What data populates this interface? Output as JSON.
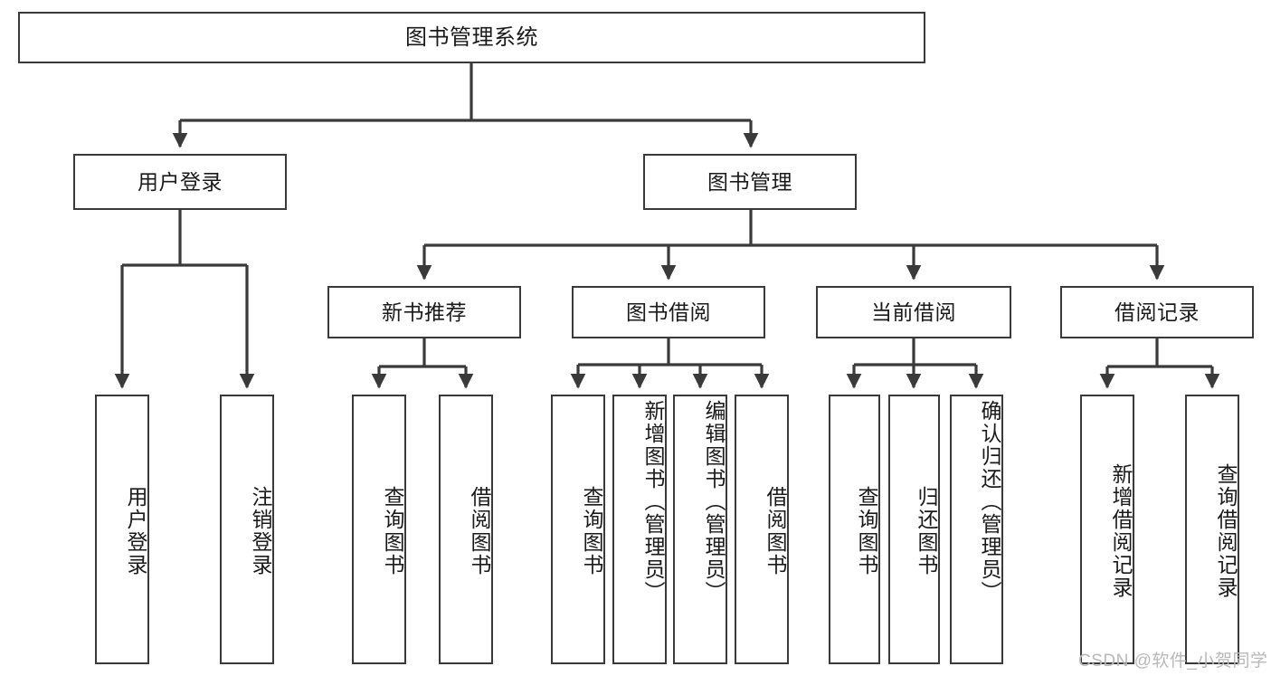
{
  "diagram": {
    "type": "hierarchy-tree",
    "title": "图书管理系统",
    "nodes": {
      "root": {
        "label": "图书管理系统",
        "level": 1
      },
      "n_user_login": {
        "label": "用户登录",
        "level": 2
      },
      "n_book_mgmt": {
        "label": "图书管理",
        "level": 2
      },
      "n_new_book_rec": {
        "label": "新书推荐",
        "level": 3
      },
      "n_book_borrow": {
        "label": "图书借阅",
        "level": 3
      },
      "n_current_borrow": {
        "label": "当前借阅",
        "level": 3
      },
      "n_borrow_record": {
        "label": "借阅记录",
        "level": 3
      },
      "l_user_login": {
        "label": "用户登录",
        "level": 4
      },
      "l_logout_login": {
        "label": "注销登录",
        "level": 4
      },
      "l_query_book_1": {
        "label": "查询图书",
        "level": 4
      },
      "l_borrow_book_1": {
        "label": "借阅图书",
        "level": 4
      },
      "l_query_book_2": {
        "label": "查询图书",
        "level": 4
      },
      "l_add_book_admin": {
        "label": "新增图书（管理员）",
        "level": 4
      },
      "l_edit_book_admin": {
        "label": "编辑图书（管理员）",
        "level": 4
      },
      "l_borrow_book_2": {
        "label": "借阅图书",
        "level": 4
      },
      "l_query_book_3": {
        "label": "查询图书",
        "level": 4
      },
      "l_return_book": {
        "label": "归还图书",
        "level": 4
      },
      "l_confirm_return_admin": {
        "label": "确认归还（管理员）",
        "level": 4
      },
      "l_add_borrow_record": {
        "label": "新增借阅记录",
        "level": 4
      },
      "l_query_borrow_record": {
        "label": "查询借阅记录",
        "level": 4
      }
    },
    "edges": [
      {
        "from": "root",
        "to": "n_user_login"
      },
      {
        "from": "root",
        "to": "n_book_mgmt"
      },
      {
        "from": "n_user_login",
        "to": "l_user_login"
      },
      {
        "from": "n_user_login",
        "to": "l_logout_login"
      },
      {
        "from": "n_book_mgmt",
        "to": "n_new_book_rec"
      },
      {
        "from": "n_book_mgmt",
        "to": "n_book_borrow"
      },
      {
        "from": "n_book_mgmt",
        "to": "n_current_borrow"
      },
      {
        "from": "n_book_mgmt",
        "to": "n_borrow_record"
      },
      {
        "from": "n_new_book_rec",
        "to": "l_query_book_1"
      },
      {
        "from": "n_new_book_rec",
        "to": "l_borrow_book_1"
      },
      {
        "from": "n_book_borrow",
        "to": "l_query_book_2"
      },
      {
        "from": "n_book_borrow",
        "to": "l_add_book_admin"
      },
      {
        "from": "n_book_borrow",
        "to": "l_edit_book_admin"
      },
      {
        "from": "n_book_borrow",
        "to": "l_borrow_book_2"
      },
      {
        "from": "n_current_borrow",
        "to": "l_query_book_3"
      },
      {
        "from": "n_current_borrow",
        "to": "l_return_book"
      },
      {
        "from": "n_current_borrow",
        "to": "l_confirm_return_admin"
      },
      {
        "from": "n_borrow_record",
        "to": "l_add_borrow_record"
      },
      {
        "from": "n_borrow_record",
        "to": "l_query_borrow_record"
      }
    ],
    "colors": {
      "box_border": "#3a3a3a",
      "box_fill": "#ffffff",
      "connector": "#3a3a3a",
      "text": "#1a1a1a",
      "watermark": "#b8b8b8",
      "background": "#ffffff"
    }
  },
  "watermark": {
    "text": "CSDN @软件_小贺同学"
  }
}
